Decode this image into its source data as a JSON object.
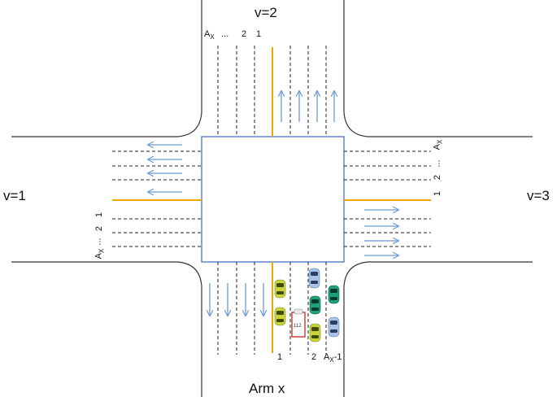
{
  "arms": {
    "top": "v=2",
    "left": "v=1",
    "right": "v=3",
    "bottom": "Arm x"
  },
  "lane_labels": {
    "top": {
      "ax": "A",
      "ax_sub": "X",
      "dots": "...",
      "two": "2",
      "one": "1"
    },
    "left": {
      "ax": "A",
      "ax_sub": "X",
      "dots": "...",
      "two": "2",
      "one": "1"
    },
    "right": {
      "ax": "A",
      "ax_sub": "X",
      "dots": "...",
      "two": "2",
      "one": "1"
    },
    "bottom": {
      "one": "1",
      "two": "2",
      "last": "A",
      "last_sub": "X",
      "last_suffix": "-1"
    }
  },
  "vehicle_badge": "112",
  "colors": {
    "road_edge": "#333333",
    "junction_box": "#4472C4",
    "median": "#F0A500",
    "arrow": "#6A9BD8",
    "lane_mark": "#222222",
    "car_yellow": "#C8D43A",
    "car_green": "#1E9E7A",
    "car_blue": "#A9C4E8",
    "car_white": "#E8E8E8",
    "bus_red": "#D0342C"
  }
}
